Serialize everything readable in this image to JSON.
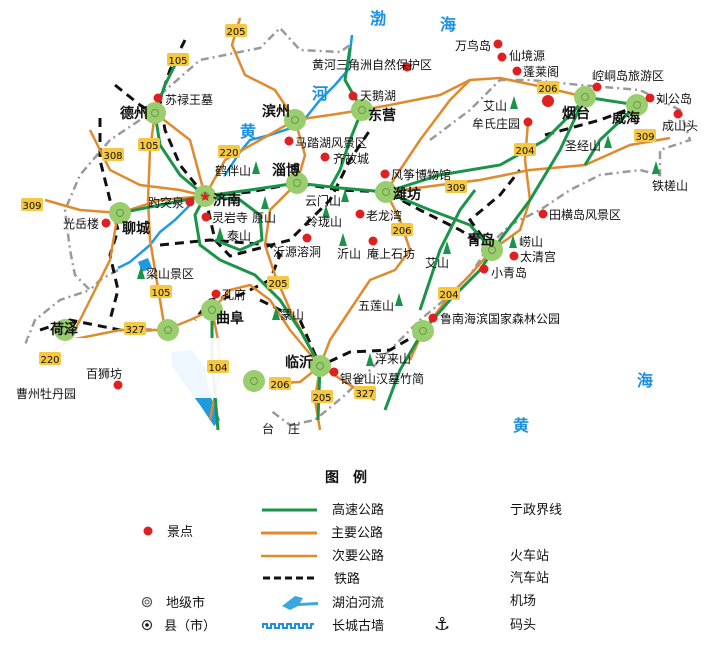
{
  "colors": {
    "expressway": "#1a9448",
    "main_road": "#e08a2e",
    "railway": "#111111",
    "boundary": "#9a9a9a",
    "water": "#1e9be0",
    "city": "#9acd6e",
    "spot": "#e02020",
    "mountain": "#1a9448",
    "badge": "#f5c842"
  },
  "sea_labels": [
    "渤",
    "海",
    "海",
    "黄",
    "黄",
    "河"
  ],
  "cities": [
    "德州",
    "滨州",
    "东营",
    "烟台",
    "威海",
    "淄博",
    "潍坊",
    "济南",
    "聊城",
    "青岛",
    "曲阜",
    "荷泽",
    "临沂"
  ],
  "spots": [
    "万鸟岛",
    "仙境源",
    "黄河三角洲自然保护区",
    "蓬莱阁",
    "崆峒岛旅游区",
    "天鹅湖",
    "刘公岛",
    "成山头",
    "牟氏庄园",
    "苏禄王墓",
    "马踏湖风景区",
    "齐故城",
    "风筝博物馆",
    "趵突泉",
    "灵岩寺",
    "老龙湾",
    "田横岛风景区",
    "光岳楼",
    "太清宫",
    "沂源溶洞",
    "庵上石坊",
    "小青岛",
    "孔府",
    "鲁南海滨国家森林公园",
    "银雀山汉墓竹简",
    "百狮坊",
    "曹州牡丹园"
  ],
  "mountains": [
    "艾山",
    "圣经山",
    "铁槎山",
    "鹤伴山",
    "云门山",
    "原山",
    "玲珑山",
    "泰山",
    "崂山",
    "沂山",
    "艾山",
    "梁山景区",
    "蒙山",
    "五莲山",
    "浮来山"
  ],
  "partial_labels": [
    "台",
    "庄"
  ],
  "road_numbers": [
    "205",
    "105",
    "105",
    "206",
    "220",
    "308",
    "309",
    "309",
    "309",
    "204",
    "204",
    "206",
    "206",
    "205",
    "205",
    "105",
    "327",
    "327",
    "220",
    "104"
  ],
  "legend": {
    "title": "图　例",
    "col1": [
      "景点",
      "地级市",
      "县（市）"
    ],
    "col2": [
      "高速公路",
      "主要公路",
      "次要公路",
      "铁路",
      "湖泊河流",
      "长城古墙"
    ],
    "col3": [
      "亍政界线",
      "火车站",
      "汽车站",
      "机场",
      "码头"
    ],
    "icons": [
      "scenic-spot-icon",
      "prefecture-city-icon",
      "county-city-icon",
      "anchor-icon"
    ]
  }
}
